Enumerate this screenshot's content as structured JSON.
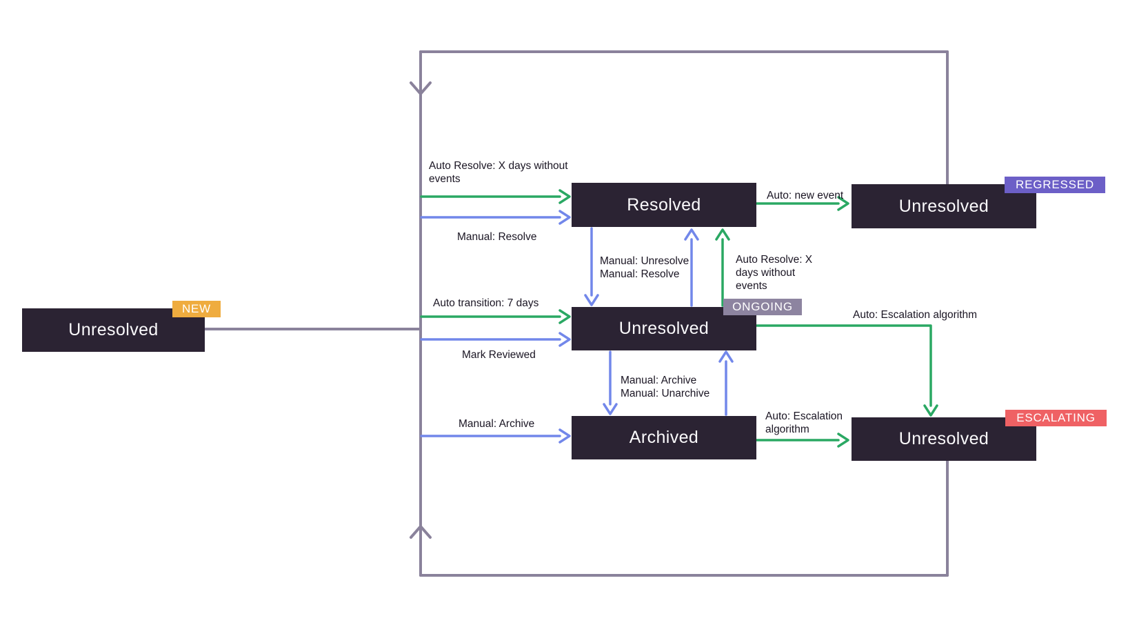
{
  "diagram": {
    "nodes": {
      "new": {
        "label": "Unresolved",
        "badge": "NEW"
      },
      "resolved": {
        "label": "Resolved"
      },
      "regressed": {
        "label": "Unresolved",
        "badge": "REGRESSED"
      },
      "ongoing": {
        "label": "Unresolved",
        "badge": "ONGOING"
      },
      "archived": {
        "label": "Archived"
      },
      "escalating": {
        "label": "Unresolved",
        "badge": "ESCALATING"
      }
    },
    "edge_labels": {
      "auto_resolve_to_resolved": [
        "Auto Resolve: X days without",
        "events"
      ],
      "manual_resolve_to_resolved": [
        "Manual: Resolve"
      ],
      "auto_new_event": [
        "Auto: new event"
      ],
      "manual_unresolve_resolve": [
        "Manual: Unresolve",
        "Manual: Resolve"
      ],
      "auto_resolve_from_ongoing": [
        "Auto Resolve: X",
        "days without",
        "events"
      ],
      "auto_transition": [
        "Auto transition: 7 days"
      ],
      "mark_reviewed": [
        "Mark Reviewed"
      ],
      "auto_escalation_from_ongoing": [
        "Auto: Escalation algorithm"
      ],
      "manual_archive_unarchive": [
        "Manual: Archive",
        "Manual: Unarchive"
      ],
      "manual_archive_to_archived": [
        "Manual: Archive"
      ],
      "auto_escalation_from_archived": [
        "Auto: Escalation",
        "algorithm"
      ]
    },
    "colors": {
      "canvas-bg": "#ffffff",
      "node-bg": "#2b2333",
      "node-text": "#faf9fb",
      "auto-green": "#2aa863",
      "manual-blue": "#7287ea",
      "loop-purple": "#8a829b",
      "badge-new": "#efac3f",
      "badge-regressed": "#6c5fc7",
      "badge-ongoing": "#8d84a0",
      "badge-escalating": "#ef6164",
      "label-text": "#1a1523"
    }
  }
}
